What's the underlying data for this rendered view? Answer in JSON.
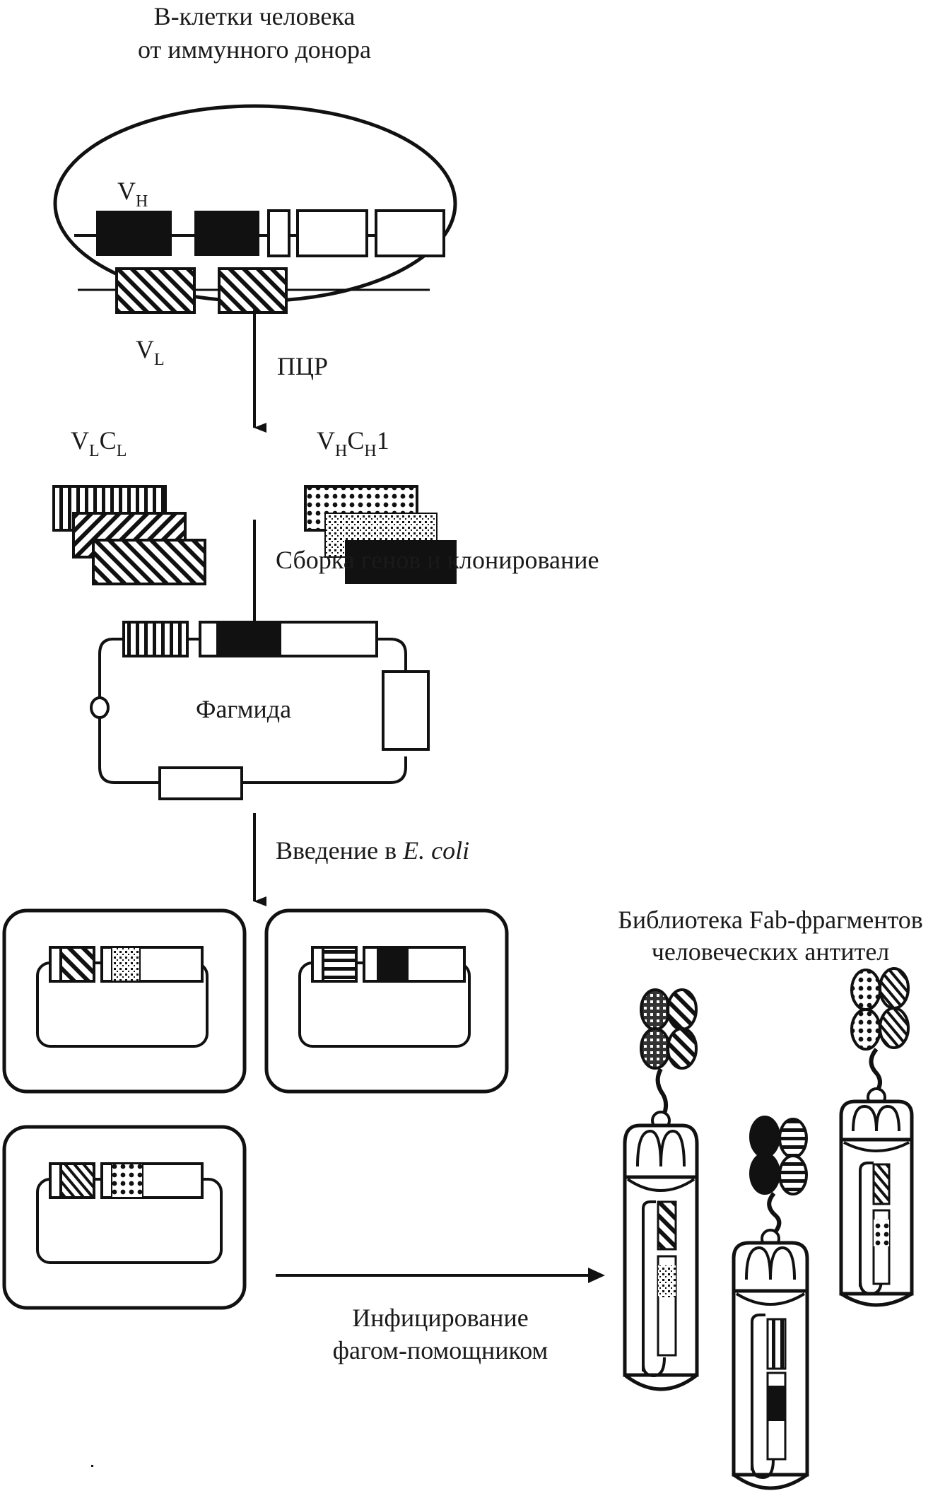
{
  "title": {
    "line1": "В-клетки человека",
    "line2": "от иммунного донора"
  },
  "b_cell": {
    "vh_label": "V",
    "vh_sub": "H",
    "vl_label": "V",
    "vl_sub": "L"
  },
  "steps": {
    "pcr": "ПЦР",
    "assembly": "Сборка генов и клонирование",
    "transformation_prefix": "Введение в ",
    "transformation_italic": "E. coli",
    "infection_line1": "Инфицирование",
    "infection_line2": "фагом-помощником"
  },
  "fragments": {
    "light": {
      "v": "V",
      "v_sub": "L",
      "c": "C",
      "c_sub": "L",
      "suffix": ""
    },
    "heavy": {
      "v": "V",
      "v_sub": "H",
      "c": "C",
      "c_sub": "H",
      "suffix": "1"
    }
  },
  "phagemid": {
    "label": "Фагмида"
  },
  "library": {
    "line1": "Библиотека Fab-фрагментов",
    "line2": "человеческих антител"
  },
  "colors": {
    "ink": "#111111",
    "background": "#ffffff"
  }
}
